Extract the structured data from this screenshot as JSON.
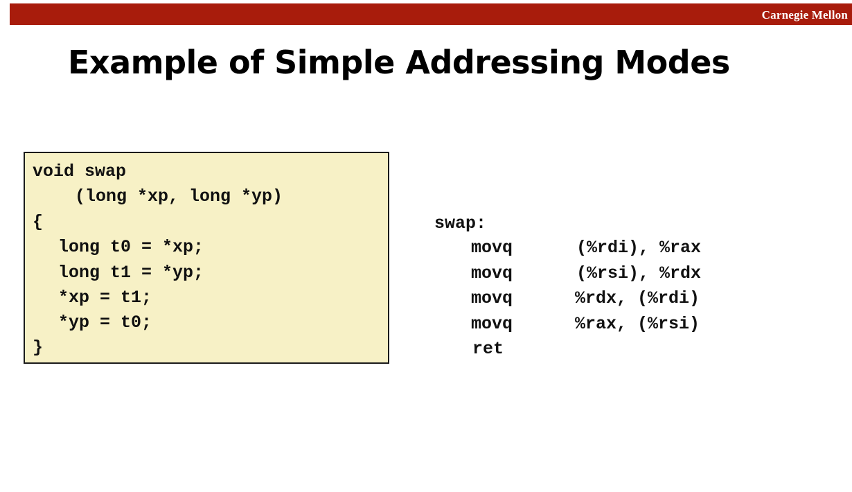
{
  "header": {
    "brand": "Carnegie Mellon",
    "color": "#a81c0c"
  },
  "slide": {
    "title": "Example of Simple Addressing Modes"
  },
  "c_code": {
    "background": "#f7f1c6",
    "lines": [
      "void swap",
      "(long *xp, long *yp)",
      "{",
      "long t0 = *xp;",
      "long t1 = *yp;",
      "*xp = t1;",
      "*yp = t0;",
      "}"
    ]
  },
  "assembly": {
    "label": "swap:",
    "instructions": [
      {
        "op": "movq",
        "operands": "(%rdi), %rax"
      },
      {
        "op": "movq",
        "operands": "(%rsi), %rdx"
      },
      {
        "op": "movq",
        "operands": "%rdx, (%rdi)"
      },
      {
        "op": "movq",
        "operands": "%rax, (%rsi)"
      },
      {
        "op": "ret",
        "operands": ""
      }
    ]
  }
}
